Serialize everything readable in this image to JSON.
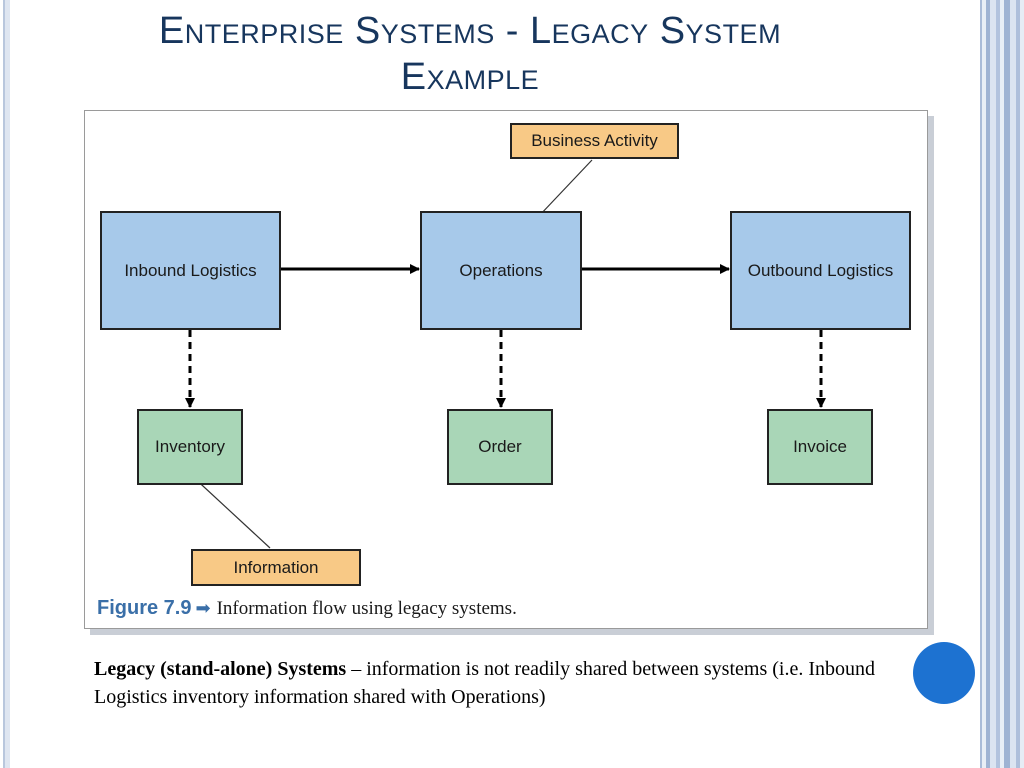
{
  "slide": {
    "title_line1": "Enterprise Systems - Legacy System",
    "title_line2": "Example"
  },
  "diagram": {
    "nodes": {
      "business_activity": "Business Activity",
      "inbound_logistics": "Inbound Logistics",
      "operations": "Operations",
      "outbound_logistics": "Outbound Logistics",
      "inventory": "Inventory",
      "order": "Order",
      "invoice": "Invoice",
      "information": "Information"
    },
    "caption": {
      "figure_number": "Figure 7.9",
      "arrow_glyph": "➡",
      "text": "Information flow using legacy systems."
    },
    "colors": {
      "process_fill": "#a7c9ea",
      "data_fill": "#a9d6b7",
      "callout_fill": "#f8c986"
    }
  },
  "body": {
    "bold_term": "Legacy (stand-alone) Systems",
    "description": " – information is not readily shared between systems (i.e. Inbound Logistics inventory information shared with Operations)"
  }
}
